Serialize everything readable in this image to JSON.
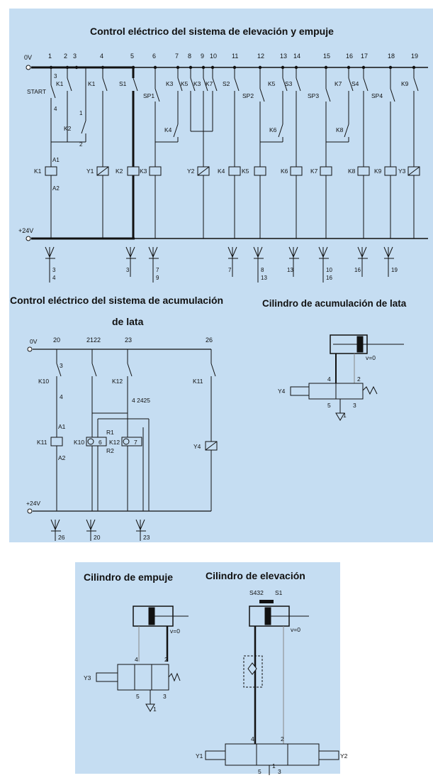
{
  "colors": {
    "panel_bg": "#c5ddf2",
    "line": "#111111",
    "pipe_grey": "#888888"
  },
  "lift_push_circuit": {
    "title": "Control eléctrico del sistema de elevación y empuje",
    "rail_top_label": "0V",
    "rail_bottom_label": "+24V",
    "column_numbers": [
      "1",
      "2",
      "3",
      "4",
      "5",
      "6",
      "7",
      "8",
      "9",
      "10",
      "11",
      "12",
      "13",
      "14",
      "15",
      "16",
      "17",
      "18",
      "19"
    ],
    "contact_labels": [
      "START",
      "K1",
      "K1",
      "S1",
      "SP1",
      "K3",
      "K5",
      "K3",
      "K7",
      "S2",
      "SP2",
      "K5",
      "S3",
      "SP3",
      "K7",
      "S4",
      "SP4",
      "K9",
      "K2",
      "K4",
      "K6",
      "K8"
    ],
    "coil_labels": [
      "K1",
      "Y1",
      "K2",
      "K3",
      "Y2",
      "K4",
      "K5",
      "K6",
      "K7",
      "K8",
      "K9",
      "Y3"
    ],
    "terminal_labels": [
      "3",
      "4",
      "1",
      "2",
      "A1",
      "A2"
    ],
    "ref_groups": [
      [
        "3",
        "4"
      ],
      [
        "3"
      ],
      [
        "7",
        "9"
      ],
      [
        "7"
      ],
      [
        "8",
        "13"
      ],
      [
        "13"
      ],
      [
        "10",
        "16"
      ],
      [
        "16"
      ],
      [
        "19"
      ]
    ]
  },
  "accumulation_circuit": {
    "title_line1": "Control eléctrico del sistema de acumulación",
    "title_line2": "de  lata",
    "rail_top_label": "0V",
    "rail_bottom_label": "+24V",
    "column_numbers": [
      "20",
      "2122",
      "23",
      "26"
    ],
    "contact_labels": [
      "K10",
      "K12",
      "K11"
    ],
    "coil_labels": [
      "K11",
      "K10",
      "K12",
      "Y4"
    ],
    "counter_values": [
      "6",
      "7"
    ],
    "terminal_labels": [
      "3",
      "4",
      "A1",
      "A2",
      "R1",
      "R2",
      "4 2425"
    ],
    "ref_labels": [
      "26",
      "20",
      "23"
    ]
  },
  "accumulation_cylinder": {
    "title": "Cilindro de acumulación de lata",
    "velocity_label": "v=0",
    "valve_label": "Y4",
    "port_labels": [
      "4",
      "2",
      "5",
      "3",
      "1"
    ]
  },
  "push_cylinder": {
    "title": "Cilindro de empuje",
    "velocity_label": "v=0",
    "valve_label": "Y3",
    "port_labels": [
      "4",
      "2",
      "5",
      "3",
      "1"
    ]
  },
  "lift_cylinder": {
    "title": "Cilindro de elevación",
    "sensor_labels": [
      "S432",
      "S1"
    ],
    "velocity_label": "v=0",
    "valve_labels": [
      "Y1",
      "Y2"
    ],
    "port_labels": [
      "4",
      "2",
      "5",
      "3",
      "1"
    ]
  }
}
